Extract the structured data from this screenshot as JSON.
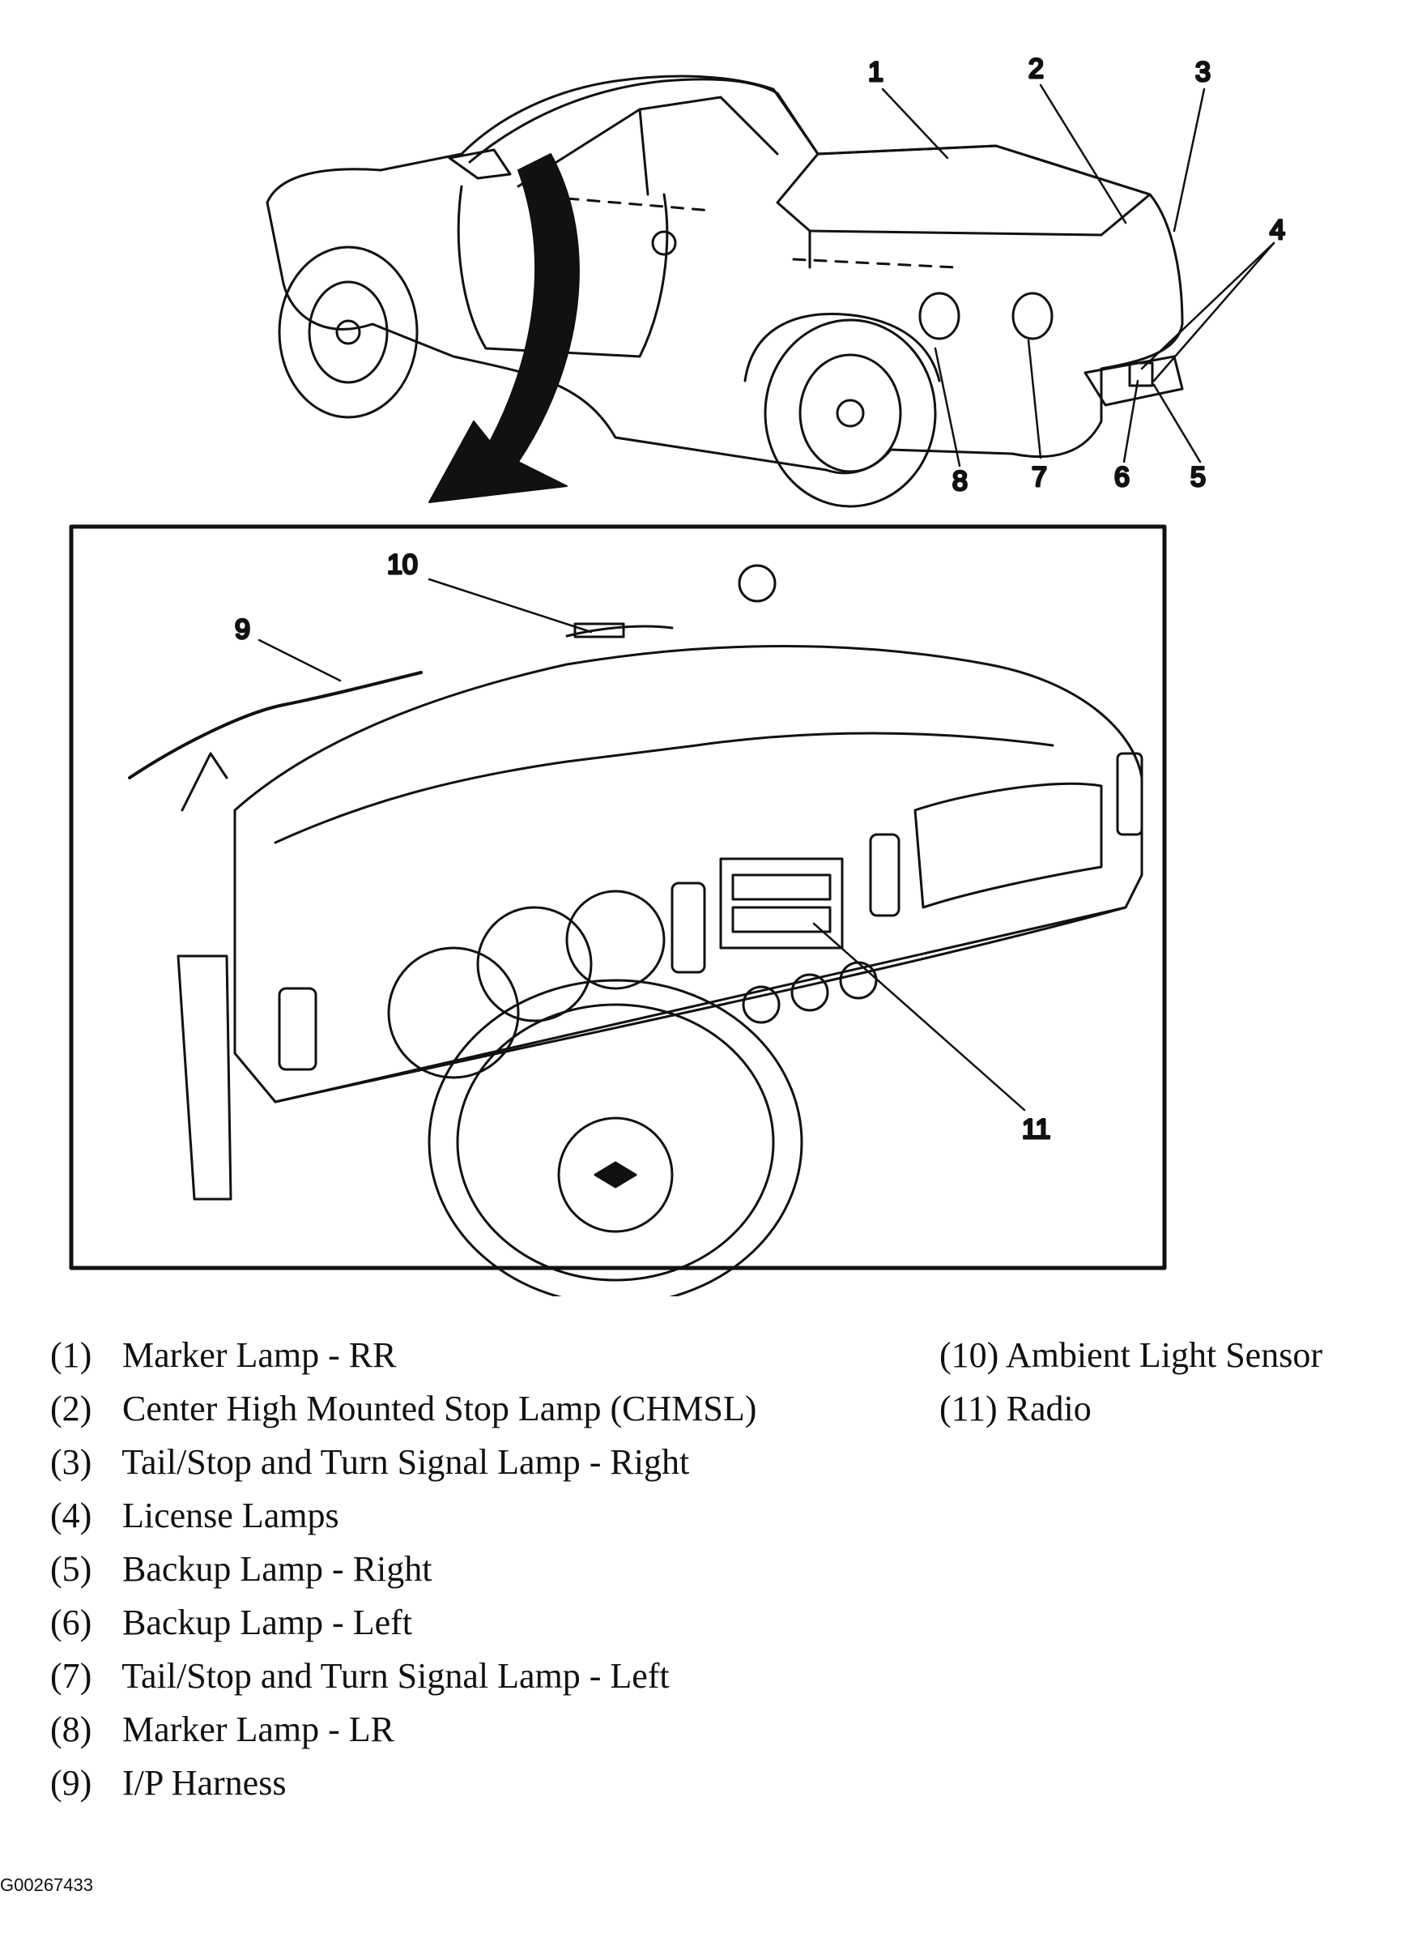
{
  "callouts": [
    "1",
    "2",
    "3",
    "4",
    "5",
    "6",
    "7",
    "8",
    "9",
    "10",
    "11"
  ],
  "legend": [
    {
      "num": "(1)",
      "label": "Marker Lamp - RR"
    },
    {
      "num": "(2)",
      "label": "Center High Mounted Stop Lamp (CHMSL)"
    },
    {
      "num": "(3)",
      "label": "Tail/Stop and Turn Signal Lamp - Right"
    },
    {
      "num": "(4)",
      "label": "License Lamps"
    },
    {
      "num": "(5)",
      "label": "Backup Lamp - Right"
    },
    {
      "num": "(6)",
      "label": "Backup Lamp - Left"
    },
    {
      "num": "(7)",
      "label": "Tail/Stop and Turn Signal Lamp - Left"
    },
    {
      "num": "(8)",
      "label": "Marker Lamp - LR"
    },
    {
      "num": "(9)",
      "label": "I/P Harness"
    },
    {
      "num": "(10)",
      "label": "Ambient Light Sensor"
    },
    {
      "num": "(11)",
      "label": "Radio"
    }
  ],
  "figure_code": "G00267433"
}
